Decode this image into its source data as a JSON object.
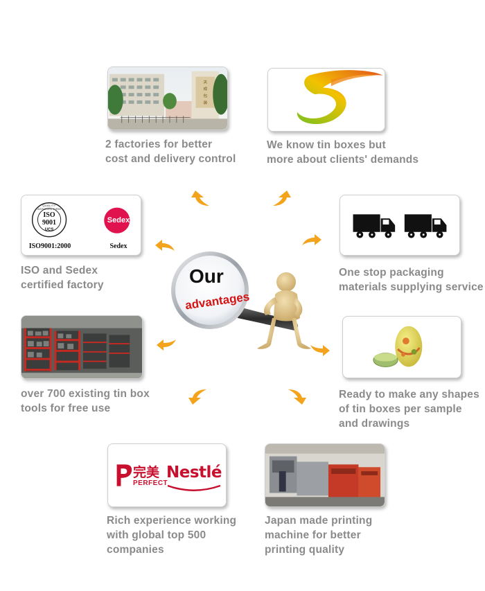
{
  "colors": {
    "caption": "#8a8a8a",
    "arrow": "#f4a41c",
    "sedex": "#e0134f",
    "nestle_red": "#c8102e",
    "truck": "#111111"
  },
  "center": {
    "line1": "Our",
    "line2": "advantages"
  },
  "advantages": [
    {
      "id": "factories",
      "lines": [
        "2 factories for better",
        "cost and delivery control"
      ],
      "image_signage": "天成包装"
    },
    {
      "id": "client-demands",
      "lines": [
        "We know tin boxes but",
        "more about clients' demands"
      ]
    },
    {
      "id": "one-stop",
      "lines": [
        "One stop packaging",
        "materials supplying service"
      ]
    },
    {
      "id": "shapes",
      "lines": [
        "Ready to make any shapes",
        "of tin boxes per sample",
        "and drawings"
      ]
    },
    {
      "id": "printing",
      "lines": [
        "Japan made printing",
        "machine for better",
        "printing quality"
      ]
    },
    {
      "id": "top500",
      "lines": [
        "Rich experience working",
        "with global top 500",
        "companies"
      ]
    },
    {
      "id": "tools",
      "lines": [
        "over 700 existing tin box",
        "tools for free use"
      ]
    },
    {
      "id": "iso",
      "lines": [
        "ISO and Sedex",
        "certified factory"
      ]
    }
  ],
  "iso_card": {
    "seal_ring": "QUALITY ASSURED FIRM",
    "seal_iso": "ISO",
    "seal_num": "9001",
    "seal_ucs": "UCS",
    "caption_iso": "ISO9001:2000",
    "sedex_logo": "Sedex",
    "caption_sedex": "Sedex"
  },
  "brands": {
    "perfect_cn": "完美",
    "perfect_en": "PERFECT",
    "nestle": "Nestlé"
  }
}
